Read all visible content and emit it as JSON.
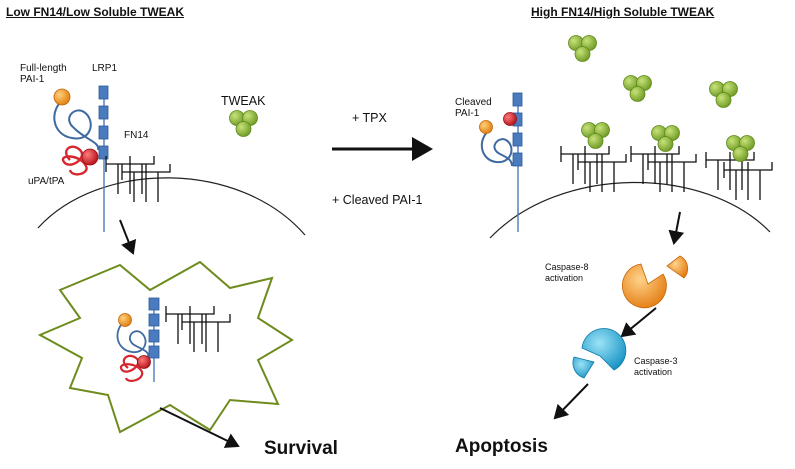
{
  "panels": {
    "left_title": "Low FN14/Low Soluble TWEAK",
    "right_title": "High FN14/High Soluble TWEAK"
  },
  "labels": {
    "full_length_pai1_line1": "Full-length",
    "full_length_pai1_line2": "PAI-1",
    "lrp1": "LRP1",
    "tweak": "TWEAK",
    "fn14": "FN14",
    "upa_tpa": "uPA/tPA",
    "cleaved_pai1_line1": "Cleaved",
    "cleaved_pai1_line2": "PAI-1",
    "caspase8_line1": "Caspase-8",
    "caspase8_line2": "activation",
    "caspase3_line1": "Caspase-3",
    "caspase3_line2": "activation"
  },
  "treatment": {
    "tpx": "+ TPX",
    "cleaved_pai1": "+ Cleaved PAI-1"
  },
  "outcomes": {
    "survival": "Survival",
    "apoptosis": "Apoptosis"
  },
  "colors": {
    "lrp1_blue": "#4a7bbf",
    "tweak_green": "#8cbd3f",
    "pai1_orange": "#f39a1e",
    "upa_red": "#d8262f",
    "caspase8_orange": "#f0901c",
    "caspase3_cyan": "#1ca9d6",
    "burst_green": "#6e8b1e"
  }
}
